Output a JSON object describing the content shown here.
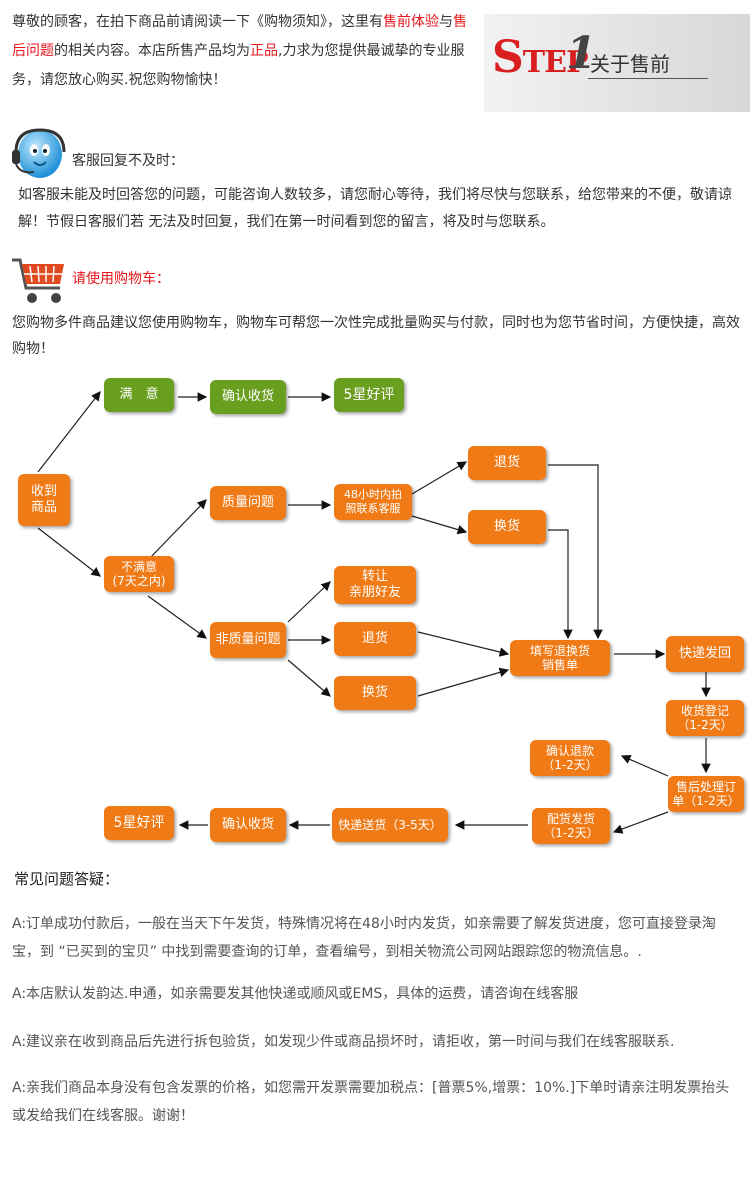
{
  "intro": {
    "p1": "尊敬的顾客，在拍下商品前请阅读一下《购物须知》，这里有",
    "r1": "售前体验",
    "p2": "与",
    "r2": "售后问题",
    "p3": "的相关内容。本店所售产品均为",
    "r3": "正品",
    "p4": ",力求为您提供最诚挚的专业服务，请您放心购买.祝您购物愉快！"
  },
  "step": {
    "word_first": "S",
    "word_rest": "TEP",
    "number": "1",
    "title": "关于售前"
  },
  "service": {
    "heading": "客服回复不及时：",
    "body": "如客服未能及时回答您的问题，可能咨询人数较多，请您耐心等待，我们将尽快与您联系，给您带来的不便，敬请谅解！节假日客服们若 无法及时回复，我们在第一时间看到您的留言，将及时与您联系。"
  },
  "cart": {
    "heading": "请使用购物车：",
    "body": "您购物多件商品建议您使用购物车，购物车可帮您一次性完成批量购买与付款，同时也为您节省时间，方便快捷，高效购物！"
  },
  "flow": {
    "receive": "收到\n商品",
    "satisfied": "满　意",
    "confirm1": "确认收货",
    "five_star1": "5星好评",
    "unsatisfied": "不满意\n(7天之内)",
    "quality": "质量问题",
    "contact48": "48小时内拍\n照联系客服",
    "return1": "退货",
    "exchange1": "换货",
    "nonquality": "非质量问题",
    "transfer": "转让\n亲朋好友",
    "return2": "退货",
    "exchange2": "换货",
    "fill_form": "填写退换货\n销售单",
    "express_back": "快递发回",
    "receipt_reg": "收货登记\n（1-2天）",
    "aftersale": "售后处理订\n单（1-2天）",
    "refund": "确认退款\n（1-2天）",
    "dispatch": "配货发货\n（1-2天）",
    "express_send": "快递送货（3-5天）",
    "confirm2": "确认收货",
    "five_star2": "5星好评"
  },
  "faq": {
    "heading": "常见问题答疑：",
    "items": [
      "A:订单成功付款后，一般在当天下午发货，特殊情况将在48小时内发货，如亲需要了解发货进度，您可直接登录淘宝，到 “已买到的宝贝” 中找到需要查询的订单，查看编号，到相关物流公司网站跟踪您的物流信息。.",
      "A:本店默认发韵达.申通，如亲需要发其他快递或顺风或EMS，具体的运费，请咨询在线客服",
      "A:建议亲在收到商品后先进行拆包验货，如发现少件或商品损坏时，请拒收，第一时间与我们在线客服联系.",
      "A:亲我们商品本身没有包含发票的价格，如您需开发票需要加税点：[普票5%,增票：10%.]下单时请亲注明发票抬头或发给我们在线客服。谢谢！"
    ]
  },
  "colors": {
    "accent_red": "#e8161b",
    "box_green": "#6a9e1f",
    "box_orange": "#f07a15"
  }
}
